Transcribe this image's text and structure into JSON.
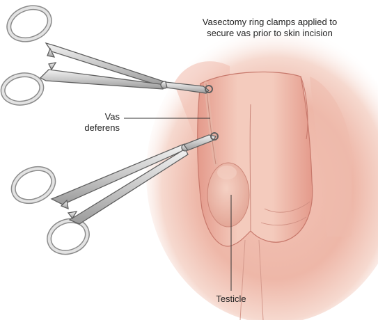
{
  "caption": {
    "line1": "Vasectomy ring clamps applied to",
    "line2": "secure vas prior to skin incision"
  },
  "labels": {
    "vas_line1": "Vas",
    "vas_line2": "deferens",
    "testicle": "Testicle"
  },
  "colors": {
    "skin_light": "#f6d9cf",
    "skin_mid": "#eab2a3",
    "skin_dark": "#d9877a",
    "instrument_fill": "#d9d9d9",
    "instrument_stroke": "#6a6a6a",
    "leader_line": "#333333"
  }
}
